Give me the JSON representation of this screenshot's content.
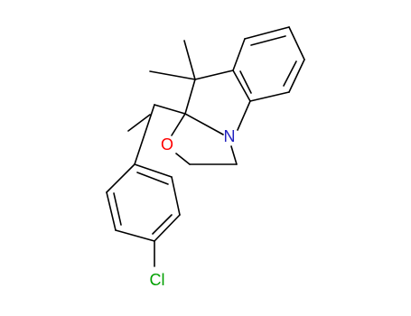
{
  "diagram": {
    "type": "chemical-structure",
    "background_color": "#ffffff",
    "bond_color": "#000000",
    "atoms": {
      "oxygen": {
        "symbol": "O",
        "color": "#ff0000"
      },
      "nitrogen": {
        "symbol": "N",
        "color": "#2020c0"
      },
      "chlorine": {
        "symbol": "Cl",
        "color": "#00a000"
      }
    }
  }
}
